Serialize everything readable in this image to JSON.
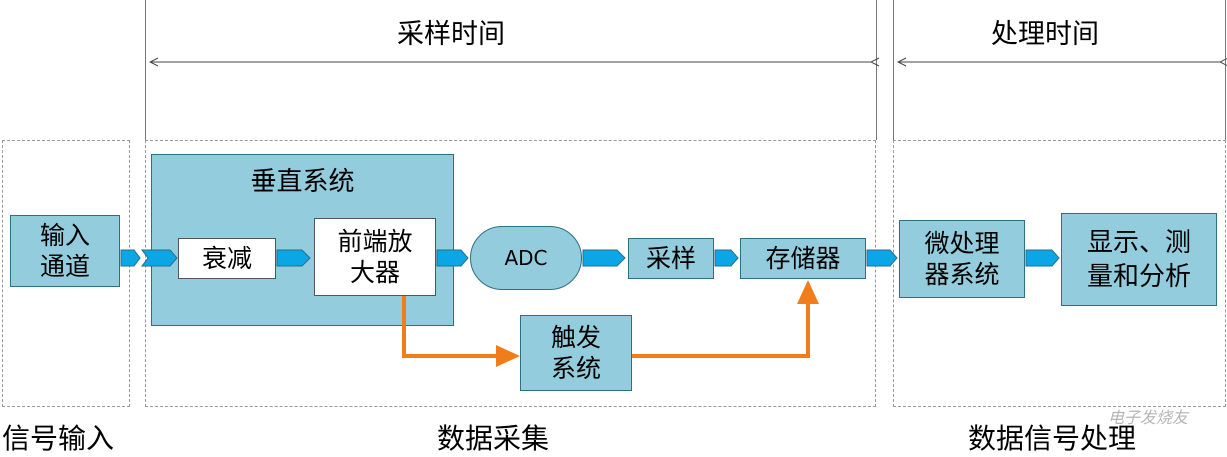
{
  "timeline": {
    "sampling_time": "采样时间",
    "processing_time": "处理时间"
  },
  "sections": {
    "signal_input": "信号输入",
    "data_acquisition": "数据采集",
    "data_signal_processing": "数据信号处理"
  },
  "blocks": {
    "input_channel": "输入\n通道",
    "vertical_system": "垂直系统",
    "attenuation": "衰减",
    "front_amplifier": "前端放\n大器",
    "adc": "ADC",
    "sampling": "采样",
    "memory": "存储器",
    "trigger_system": "触发\n系统",
    "microprocessor": "微处理\n器系统",
    "display_measure": "显示、测\n量和分析"
  },
  "watermark": "电子发烧友",
  "colors": {
    "block_fill": "#93ccdc",
    "block_border": "#2f6f86",
    "arrow_fill": "#0aa6e6",
    "trigger_arrow": "#f07d1a"
  }
}
